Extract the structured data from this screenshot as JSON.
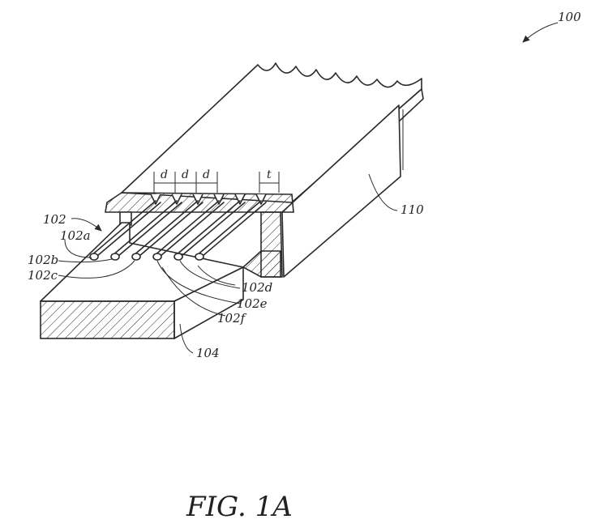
{
  "figure": {
    "caption": "FIG. 1A",
    "labels": {
      "assembly": "100",
      "fiber_group": "102",
      "fiber_a": "102a",
      "fiber_b": "102b",
      "fiber_c": "102c",
      "fiber_d": "102d",
      "fiber_e": "102e",
      "fiber_f": "102f",
      "base_block": "104",
      "cover_plate": "110"
    },
    "dimensions": {
      "pitch_1": "d",
      "pitch_2": "d",
      "pitch_3": "d",
      "thickness": "t"
    }
  }
}
